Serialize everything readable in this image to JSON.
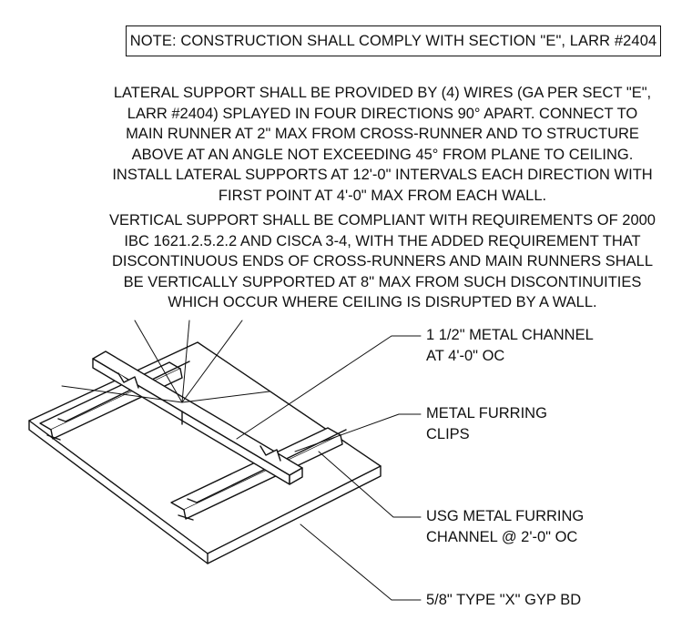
{
  "note": "NOTE: CONSTRUCTION SHALL COMPLY WITH SECTION \"E\", LARR #2404",
  "lateral_support": {
    "lines": [
      "LATERAL SUPPORT SHALL BE PROVIDED BY (4) WIRES (GA PER SECT \"E\",",
      "LARR #2404) SPLAYED IN FOUR DIRECTIONS 90° APART. CONNECT TO",
      "MAIN RUNNER AT 2\" MAX FROM CROSS-RUNNER AND TO STRUCTURE",
      "ABOVE AT AN ANGLE NOT EXCEEDING 45° FROM PLANE TO CEILING.",
      "INSTALL LATERAL SUPPORTS AT 12'-0\" INTERVALS EACH DIRECTION WITH",
      "FIRST POINT AT 4'-0\" MAX FROM EACH WALL."
    ]
  },
  "vertical_support": {
    "lines": [
      "VERTICAL SUPPORT SHALL BE COMPLIANT WITH REQUIREMENTS OF 2000",
      "IBC 1621.2.5.2.2 AND CISCA 3-4, WITH THE ADDED REQUIREMENT THAT",
      "DISCONTINUOUS ENDS OF CROSS-RUNNERS AND MAIN RUNNERS SHALL",
      "BE VERTICALLY SUPPORTED AT 8\" MAX FROM SUCH DISCONTINUITIES",
      "WHICH OCCUR WHERE CEILING IS DISRUPTED BY A WALL."
    ]
  },
  "callouts": {
    "metal_channel": [
      "1 1/2\" METAL CHANNEL",
      "AT 4'-0\" OC"
    ],
    "furring_clips": [
      "METAL FURRING",
      "CLIPS"
    ],
    "furring_channel": [
      "USG METAL FURRING",
      "CHANNEL @ 2'-0\" OC"
    ],
    "gyp_board": [
      "5/8\" TYPE \"X\" GYP BD"
    ]
  }
}
